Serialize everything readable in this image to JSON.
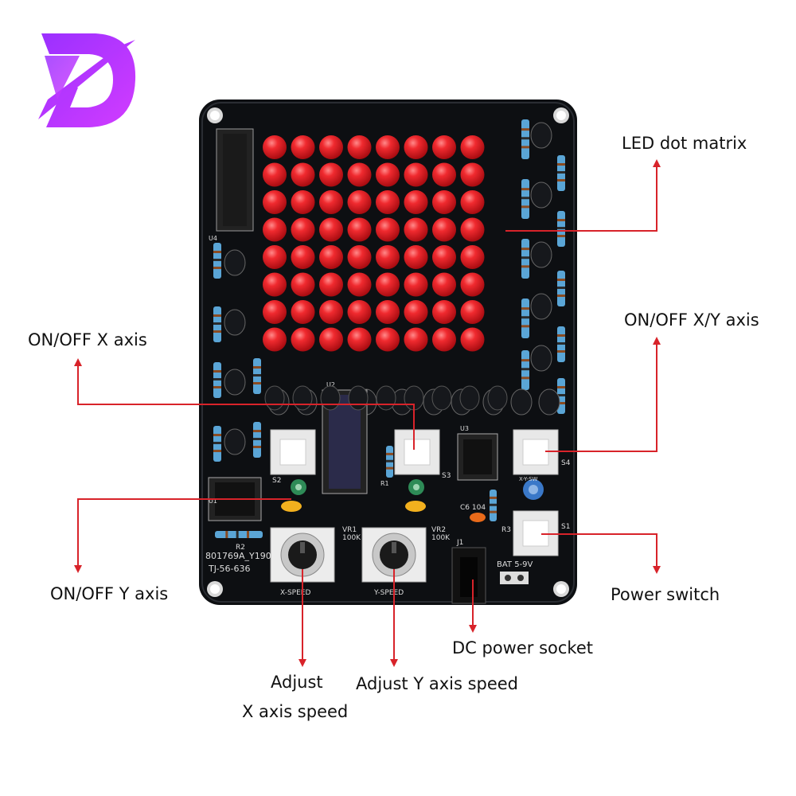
{
  "brand": {
    "logo_icon": "stylized-d-logo-icon",
    "gradient_start": "#9b30ff",
    "gradient_end": "#d23cff"
  },
  "board": {
    "pcb_color": "#0d0f12",
    "led_color": "#e5141b",
    "arrow_color": "#d8232a",
    "led_rows": 8,
    "led_cols": 8,
    "silkscreen": {
      "model": "801769A_Y190",
      "code": "TJ-56-636",
      "battery": "BAT 5-9V",
      "x_speed": "X-SPEED",
      "y_speed": "Y-SPEED",
      "vr1": "VR1",
      "vr1_val": "100K",
      "vr2": "VR2",
      "vr2_val": "100K",
      "c6": "C6 104",
      "j1": "J1",
      "s1": "S1",
      "s2": "S2",
      "s3": "S3",
      "s4": "S4",
      "xy_sw": "X-Y-SW",
      "u1": "U1",
      "u2": "U2",
      "u3": "U3",
      "u4": "U4",
      "r1": "R1",
      "r2": "R2",
      "r3": "R3"
    }
  },
  "labels": {
    "led_matrix": "LED dot matrix",
    "onoff_x": "ON/OFF X axis",
    "onoff_xy": "ON/OFF X/Y axis",
    "onoff_y": "ON/OFF Y axis",
    "power_switch": "Power switch",
    "dc_socket": "DC power socket",
    "adjust_x_line1": "Adjust",
    "adjust_x_line2": "X axis speed",
    "adjust_y": "Adjust Y axis speed"
  }
}
